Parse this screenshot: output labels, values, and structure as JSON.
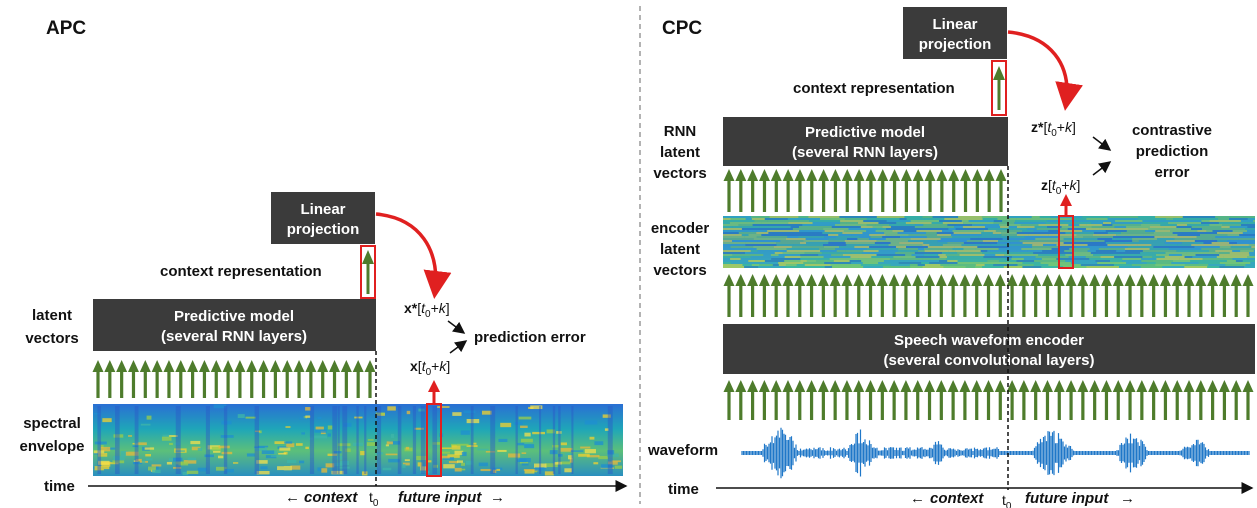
{
  "apc": {
    "title": "APC",
    "linear_projection": [
      "Linear",
      "projection"
    ],
    "context_representation": "context representation",
    "latent_vectors": [
      "latent",
      "vectors"
    ],
    "predictive_model": [
      "Predictive model",
      "(several RNN layers)"
    ],
    "spectral_envelope": [
      "spectral",
      "envelope"
    ],
    "time": "time",
    "context": "context",
    "t0": "t",
    "t0_sub": "0",
    "future_input": "future input",
    "target_star": "x*",
    "target": "x",
    "index_t": "t",
    "index_sub": "0",
    "index_plus": "+",
    "index_k": "k",
    "prediction_error": "prediction error"
  },
  "cpc": {
    "title": "CPC",
    "linear_projection": [
      "Linear",
      "projection"
    ],
    "context_representation": "context representation",
    "rnn_latent_vectors": [
      "RNN",
      "latent",
      "vectors"
    ],
    "predictive_model": [
      "Predictive model",
      "(several RNN layers)"
    ],
    "encoder_latent_vectors": [
      "encoder",
      "latent",
      "vectors"
    ],
    "speech_encoder": [
      "Speech waveform encoder",
      "(several convolutional layers)"
    ],
    "waveform": "waveform",
    "time": "time",
    "context": "context",
    "t0": "t",
    "t0_sub": "0",
    "future_input": "future input",
    "target_star": "z*",
    "target": "z",
    "index_t": "t",
    "index_sub": "0",
    "index_plus": "+",
    "index_k": "k",
    "contrastive_error": [
      "contrastive",
      "prediction",
      "error"
    ]
  },
  "colors": {
    "box": "#3b3b3b",
    "arrow_green": "#4e7c2c",
    "highlight_red": "#e02020",
    "waveform_blue": "#1f77c8"
  }
}
